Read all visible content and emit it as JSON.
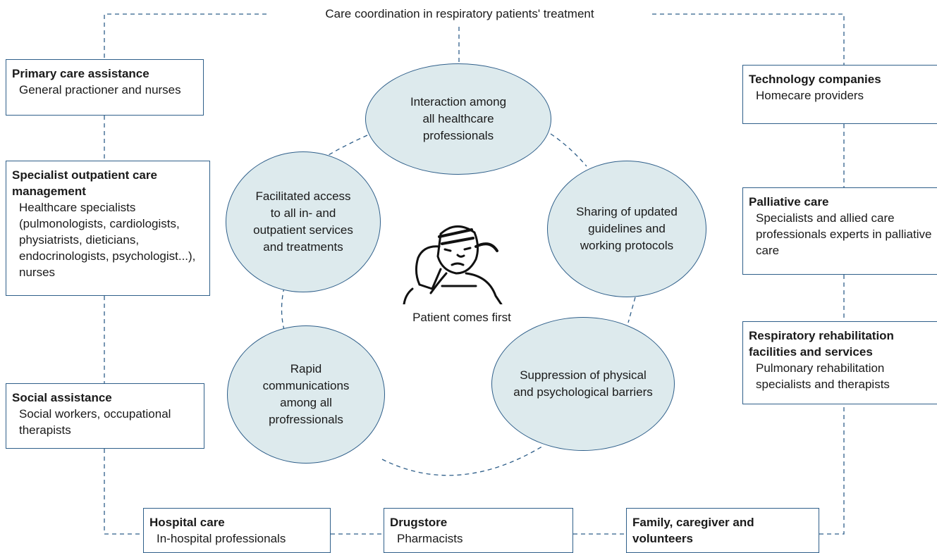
{
  "title": "Care coordination in respiratory patients' treatment",
  "center_label": "Patient comes first",
  "colors": {
    "border": "#2f5f8a",
    "ellipse_fill": "#ddeaed",
    "connector": "#2f5f8a",
    "text": "#1a1a1a"
  },
  "boxes": {
    "primary_care": {
      "head": "Primary care assistance",
      "body": "General practioner and nurses"
    },
    "specialist": {
      "head": "Specialist outpatient care management",
      "body": "Healthcare specialists (pulmonologists, cardiologists, physiatrists, dieticians, endocrinologists, psychologist...), nurses"
    },
    "social": {
      "head": "Social assistance",
      "body": "Social workers, occupational therapists"
    },
    "hospital": {
      "head": "Hospital care",
      "body": "In-hospital professionals"
    },
    "drugstore": {
      "head": "Drugstore",
      "body": "Pharmacists"
    },
    "family": {
      "head": "Family, caregiver and volunteers",
      "body": ""
    },
    "technology": {
      "head": "Technology companies",
      "body": "Homecare providers"
    },
    "palliative": {
      "head": "Palliative care",
      "body": "Specialists and allied care professionals experts in palliative care"
    },
    "rehab": {
      "head": "Respiratory rehabilitation facilities and services",
      "body": "Pulmonary rehabilitation specialists and therapists"
    }
  },
  "ellipses": {
    "interaction": "Interaction among all healthcare professionals",
    "access": "Facilitated access to all in- and outpatient services and treatments",
    "sharing": "Sharing of updated guidelines and working protocols",
    "communications": "Rapid communications among all profressionals",
    "suppression": "Suppression of physical and psychological barriers"
  },
  "patient_icon": "worried-patient-icon"
}
